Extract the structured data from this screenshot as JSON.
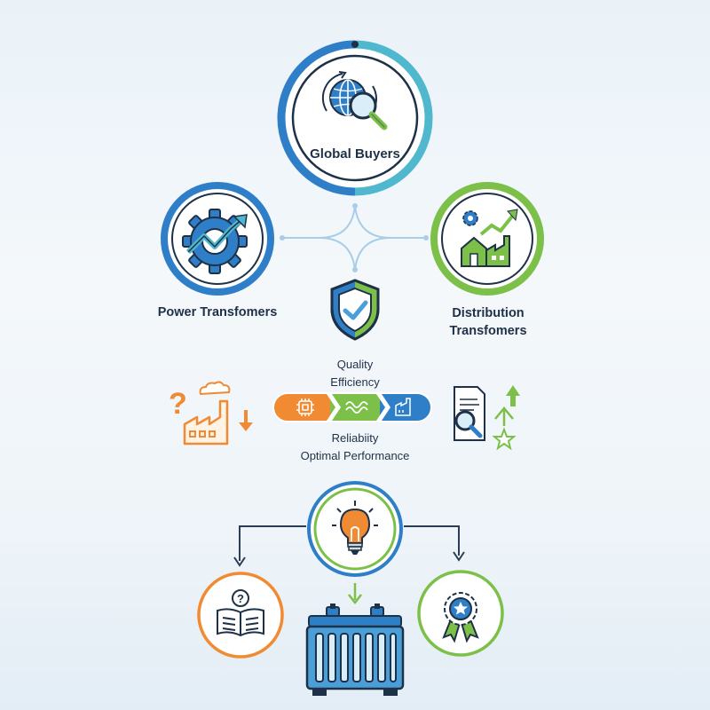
{
  "nodes": {
    "global_buyers": {
      "label": "Global Buyers",
      "icon": "globe-search-icon"
    },
    "power_transformers": {
      "label": "Power Transfomers",
      "icon": "gear-trend-icon"
    },
    "distribution_transformers": {
      "label_line1": "Distribution",
      "label_line2": "Transfomers",
      "icon": "factory-growth-icon"
    }
  },
  "center": {
    "shield_icon": "shield-check-icon",
    "top_labels": [
      "Quality",
      "Efficiency"
    ],
    "bottom_labels": [
      "Reliabiity",
      "Optimal Performance"
    ],
    "capsule_icons": [
      "chip-icon",
      "wave-icon",
      "factory-icon"
    ]
  },
  "side_icons": {
    "left": "factory-question-icon",
    "right": "document-growth-icon"
  },
  "bottom": {
    "center_icon": "lightbulb-icon",
    "left_icon": "book-question-icon",
    "middle_icon": "transformer-icon",
    "right_icon": "award-badge-icon"
  },
  "colors": {
    "blue": "#2f7fc8",
    "dark_blue": "#1f4e79",
    "teal": "#4fb8cf",
    "green": "#7cc04a",
    "orange": "#f08b33",
    "navy": "#1f3147"
  }
}
